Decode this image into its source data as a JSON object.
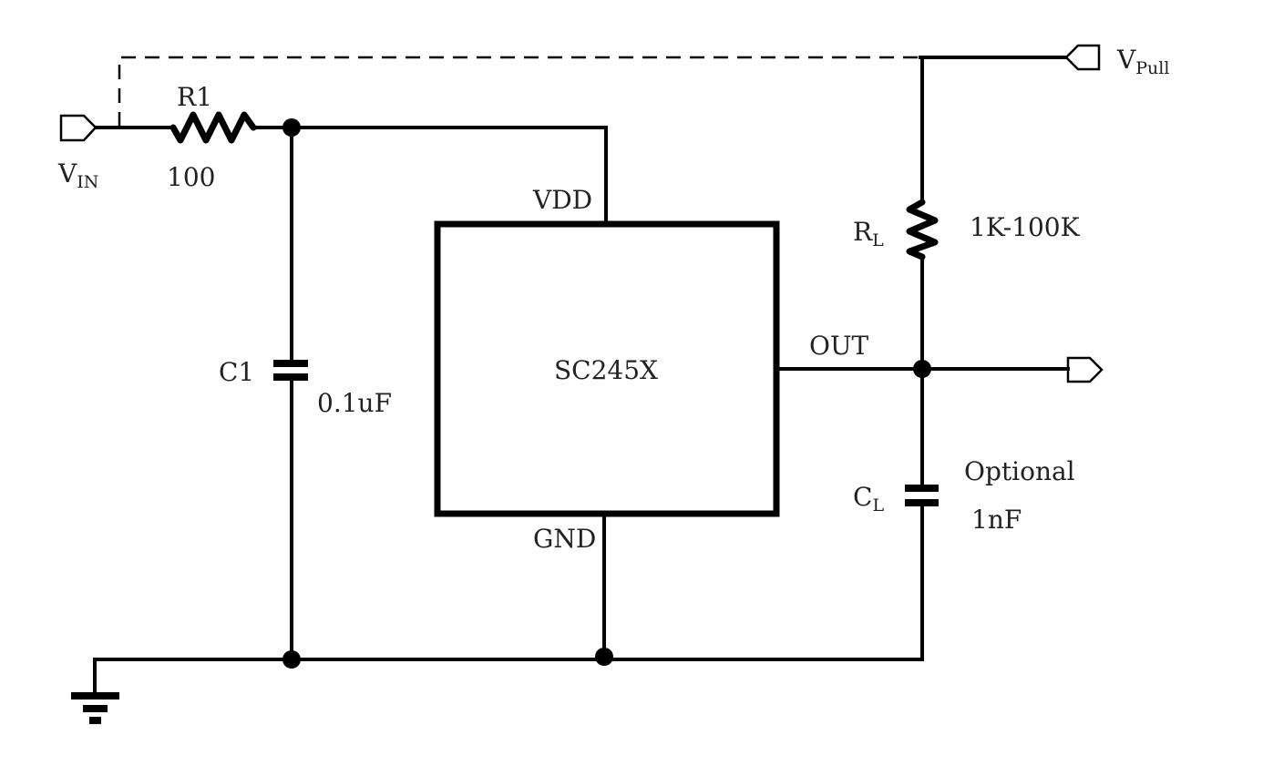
{
  "diagram": {
    "type": "circuit-schematic",
    "chip": {
      "name": "SC245X",
      "pins": {
        "vdd": "VDD",
        "gnd": "GND",
        "out": "OUT"
      }
    },
    "ports": {
      "vin": {
        "main": "V",
        "sub": "IN"
      },
      "vpull": {
        "main": "V",
        "sub": "Pull"
      },
      "out": {
        "label": ""
      }
    },
    "components": {
      "r1": {
        "name": "R1",
        "value": "100"
      },
      "c1": {
        "name": "C1",
        "value": "0.1uF"
      },
      "rl": {
        "main": "R",
        "sub": "L",
        "value": "1K-100K"
      },
      "cl": {
        "main": "C",
        "sub": "L",
        "value_line1": "Optional",
        "value_line2": "1nF"
      }
    },
    "colors": {
      "wire": "#000000",
      "text": "#222222",
      "background": "#ffffff"
    }
  }
}
